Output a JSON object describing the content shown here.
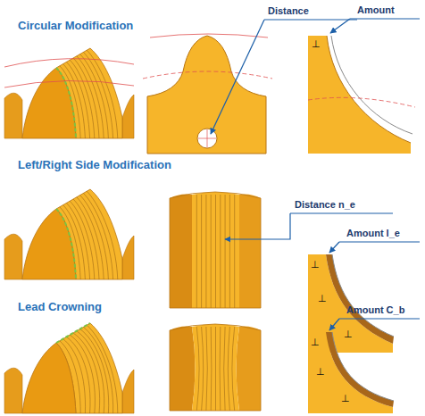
{
  "diagram": {
    "labels": [
      "Circular Modification",
      "Distance",
      "Amount",
      "⊥",
      "Left/Right Side Modification",
      "Distance n_e",
      "Amount l_e",
      "⊥",
      "⊥",
      "⊥",
      "Lead Crowning",
      "Amount C_b",
      "⊥",
      "⊥",
      "⊥"
    ]
  }
}
